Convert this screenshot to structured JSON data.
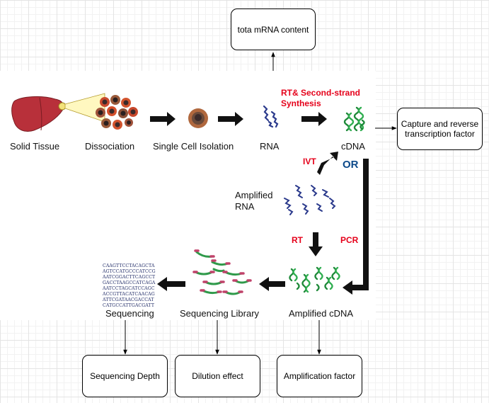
{
  "boxes": {
    "total_mrna": "tota mRNA content",
    "capture": "Capture and reverse transcription factor",
    "seq_depth": "Sequencing Depth",
    "dilution": "Dilution effect",
    "amplification": "Amplification factor"
  },
  "stages": {
    "solid_tissue": "Solid Tissue",
    "dissociation": "Dissociation",
    "single_cell": "Single Cell Isolation",
    "rna": "RNA",
    "cdna": "cDNA",
    "amplified_rna_1": "Amplified",
    "amplified_rna_2": "RNA",
    "amplified_cdna": "Amplified cDNA",
    "seq_library": "Sequencing Library",
    "sequencing": "Sequencing"
  },
  "methods": {
    "rt_second_1": "RT& Second-strand",
    "rt_second_2": "Synthesis",
    "ivt": "IVT",
    "or": "OR",
    "rt": "RT",
    "pcr": "PCR"
  },
  "sequence_lines": [
    "CAAGTTCCTACAGCTA",
    "AGTCCATGCCCATCCG",
    "AATCGGACTTCAGCCT",
    "GACCTAAGCCATCAGA",
    "AATCCTAGCATCCAGC",
    "ACCGTTACATCAACAG",
    "ATTCGATAACGACCAT",
    "CATGCCATTGACGATT"
  ],
  "colors": {
    "method_red": "#e5001a",
    "or_blue": "#0d4a8a",
    "rna_strand": "#2b3a8c",
    "cdna_strand": "#1f8a3a",
    "tissue": "#b8303a"
  }
}
